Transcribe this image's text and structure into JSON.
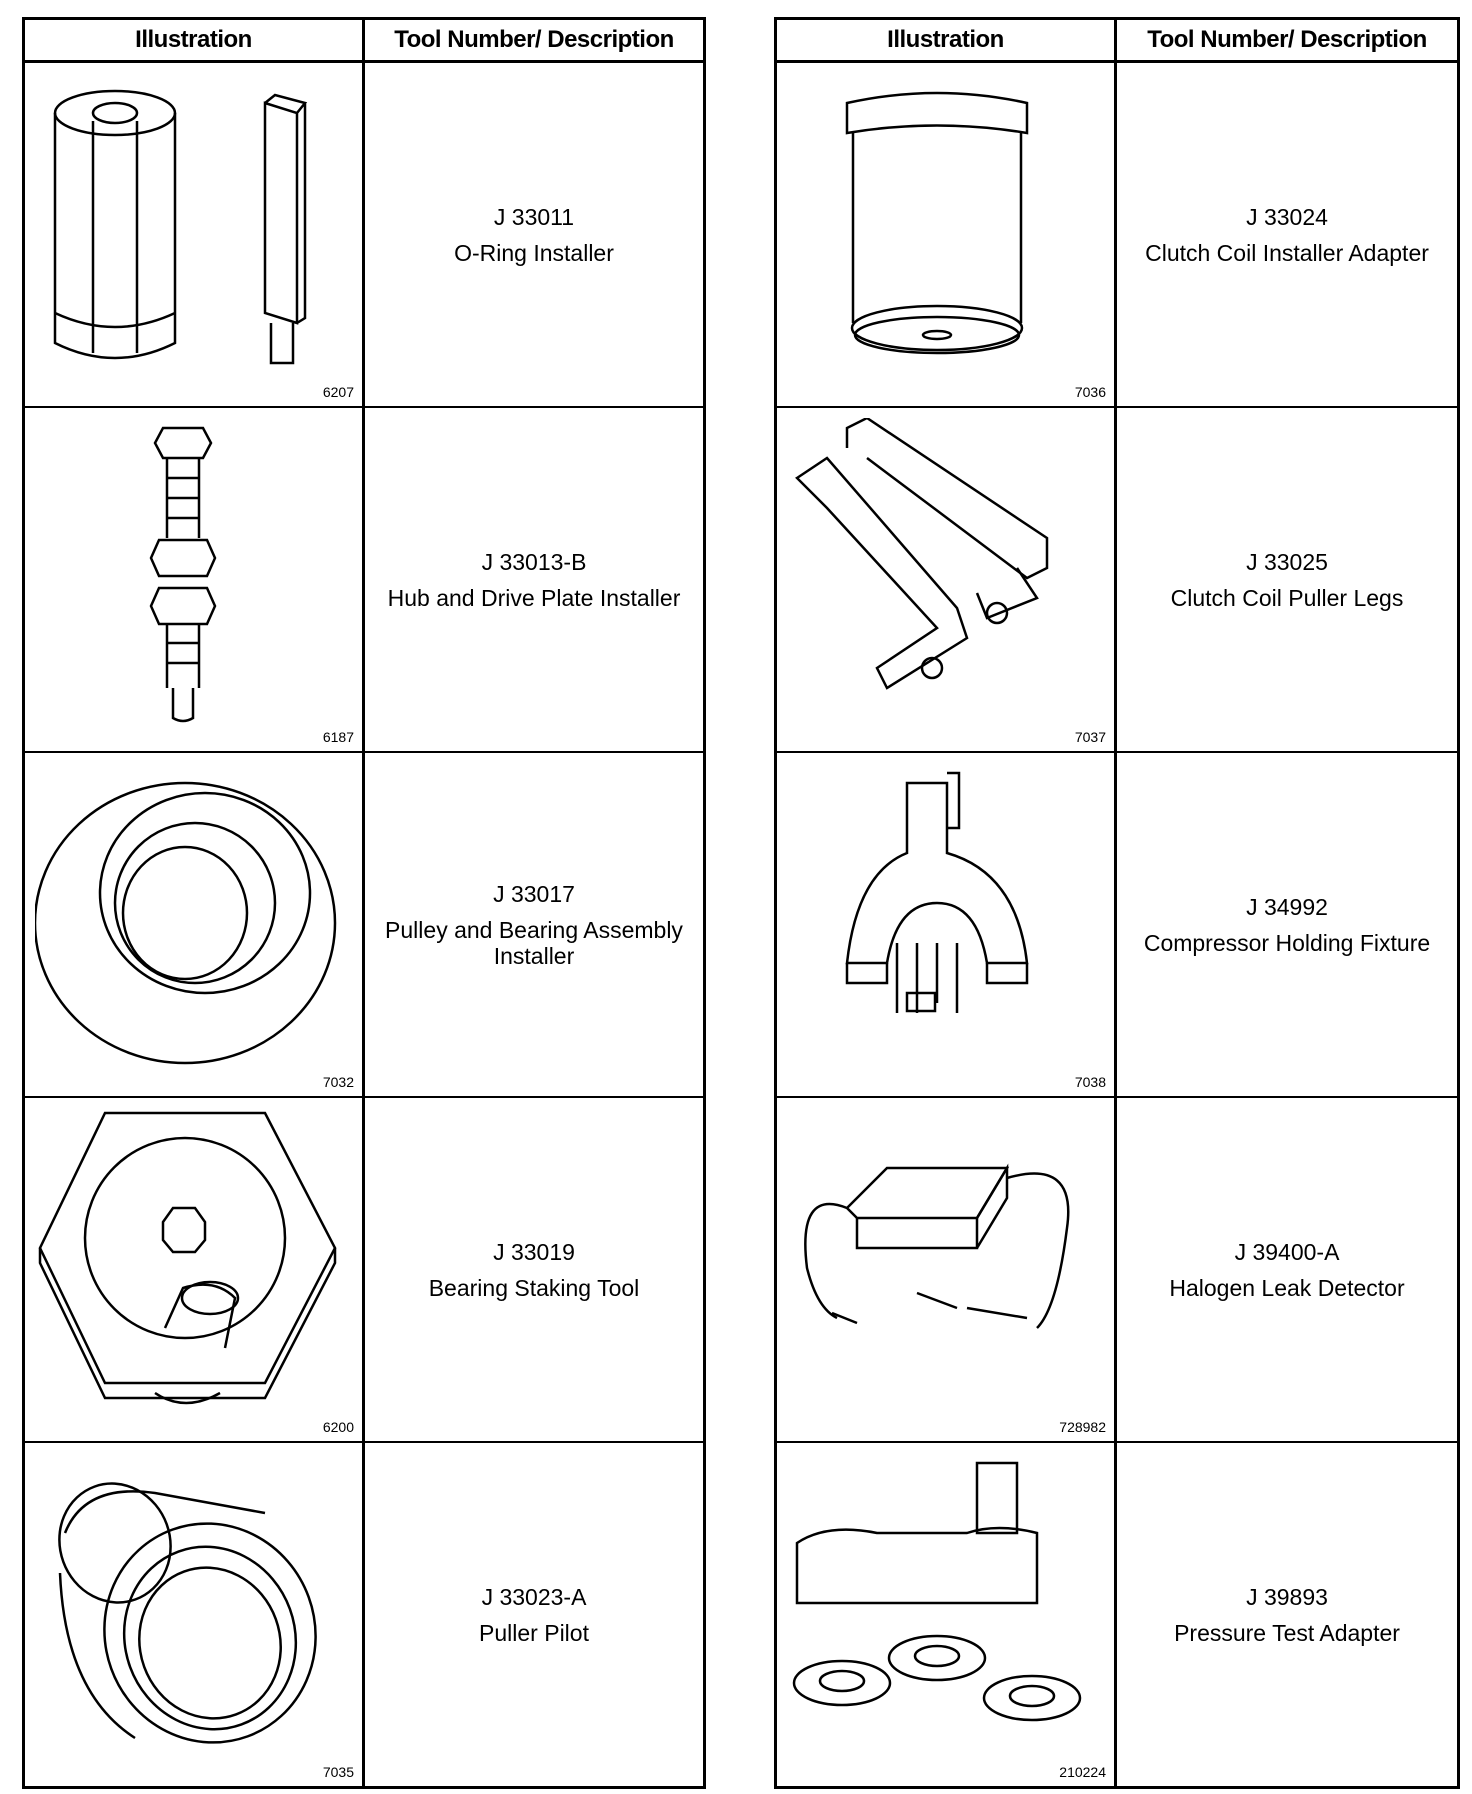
{
  "headers": {
    "illustration": "Illustration",
    "description": "Tool Number/ Description"
  },
  "left": [
    {
      "number": "J 33011",
      "name": "O-Ring Installer",
      "figure": "6207",
      "icon": "o-ring-installer-illustration"
    },
    {
      "number": "J 33013-B",
      "name": "Hub and Drive Plate Installer",
      "figure": "6187",
      "icon": "hub-installer-illustration"
    },
    {
      "number": "J 33017",
      "name": "Pulley and Bearing Assembly Installer",
      "figure": "7032",
      "icon": "pulley-installer-illustration"
    },
    {
      "number": "J 33019",
      "name": "Bearing Staking Tool",
      "figure": "6200",
      "icon": "bearing-staking-tool-illustration"
    },
    {
      "number": "J 33023-A",
      "name": "Puller Pilot",
      "figure": "7035",
      "icon": "puller-pilot-illustration"
    }
  ],
  "right": [
    {
      "number": "J 33024",
      "name": "Clutch Coil Installer Adapter",
      "figure": "7036",
      "icon": "coil-installer-adapter-illustration"
    },
    {
      "number": "J 33025",
      "name": "Clutch Coil Puller Legs",
      "figure": "7037",
      "icon": "puller-legs-illustration"
    },
    {
      "number": "J 34992",
      "name": "Compressor Holding Fixture",
      "figure": "7038",
      "icon": "holding-fixture-illustration"
    },
    {
      "number": "J 39400-A",
      "name": "Halogen Leak Detector",
      "figure": "728982",
      "icon": "leak-detector-illustration"
    },
    {
      "number": "J 39893",
      "name": "Pressure Test Adapter",
      "figure": "210224",
      "icon": "pressure-test-adapter-illustration"
    }
  ]
}
